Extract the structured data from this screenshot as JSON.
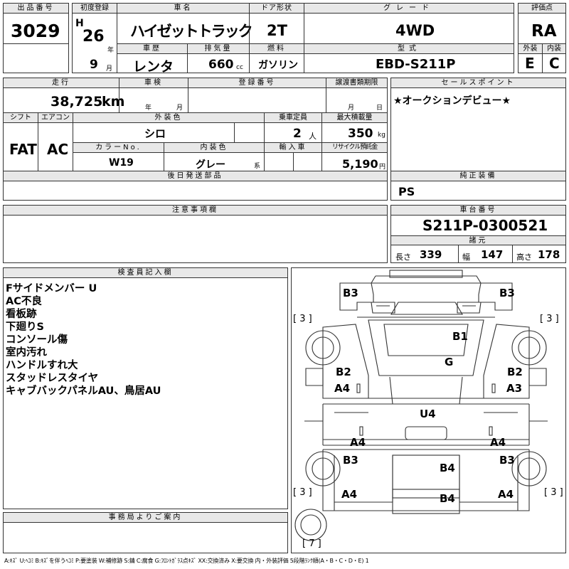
{
  "headers": {
    "lot_no": "出品番号",
    "first_reg": "初度登録",
    "car_name": "車名",
    "door_type": "ドア形状",
    "grade": "グレード",
    "rating": "評価点",
    "history": "車歴",
    "displacement": "排気量",
    "fuel": "燃料",
    "model": "型式",
    "exterior": "外装",
    "interior": "内装",
    "mileage": "走行",
    "inspection": "車検",
    "registration_no": "登録番号",
    "transfer_deadline": "譲渡書類期限",
    "sales_point": "セールスポイント",
    "shift": "シフト",
    "aircon": "エアコン",
    "ext_color": "外装色",
    "capacity": "乗車定員",
    "max_load": "最大積載量",
    "color_no": "カラーNo.",
    "int_color": "内装色",
    "import": "輸入車",
    "recycle": "リサイクル預託金",
    "later_parts": "後日発送部品",
    "genuine_equipment": "純正装備",
    "notes": "注意事項欄",
    "chassis_no": "車台番号",
    "specs": "諸元",
    "inspector_notes": "検査員記入欄",
    "office_info": "事務局よりご案内"
  },
  "vehicle": {
    "lot_no": "3029",
    "era": "H",
    "year": "26",
    "year_unit": "年",
    "month": "9",
    "month_unit": "月",
    "car_name": "ハイゼットトラック",
    "door_type": "2T",
    "grade": "4WD",
    "rating": "RA",
    "history": "レンタ",
    "displacement": "660",
    "displacement_unit": "cc",
    "fuel": "ガソリン",
    "model": "EBD-S211P",
    "exterior_grade": "E",
    "interior_grade": "C",
    "mileage": "38,725",
    "mileage_unit": "km",
    "inspection_year_unit": "年",
    "inspection_month_unit": "月",
    "transfer_month_unit": "月",
    "transfer_day_unit": "日",
    "sales_point": "★オークションデビュー★",
    "shift": "FAT",
    "aircon": "AC",
    "ext_color": "シロ",
    "capacity": "2",
    "capacity_unit": "人",
    "max_load": "350",
    "max_load_unit": "kg",
    "color_no": "W19",
    "int_color": "グレー",
    "int_color_unit": "系",
    "recycle": "5,190",
    "recycle_unit": "円",
    "genuine_equipment": "PS",
    "chassis_no": "S211P-0300521",
    "length_label": "長さ",
    "length": "339",
    "width_label": "幅",
    "width": "147",
    "height_label": "高さ",
    "height": "178"
  },
  "inspector_notes": [
    "Fサイドメンバー U",
    "AC不良",
    "看板跡",
    "下廻りS",
    "コンソール傷",
    "室内汚れ",
    "ハンドルすれ大",
    "スタッドレスタイヤ",
    "キャブバックパネルAU、鳥居AU"
  ],
  "damage_marks": {
    "b3_front_left": "B3",
    "b3_front_right": "B3",
    "tire_fl": "[ 3 ]",
    "tire_fr": "[ 3 ]",
    "b1_roof": "B1",
    "g_glass": "G",
    "b2_left_door": "B2",
    "b2_right_door": "B2",
    "a4_left_door": "A4",
    "a3_right_door": "A3",
    "u4_floor": "U4",
    "a4_left_sill": "A4",
    "a4_right_sill": "A4",
    "b3_left_bed": "B3",
    "b3_right_bed": "B3",
    "b4_bed": "B4",
    "b4_tail": "B4",
    "tire_rl": "[ 3 ]",
    "tire_rr": "[ 3 ]",
    "a4_left_rear": "A4",
    "a4_right_rear": "A4",
    "spare_tire": "[ 7 ]"
  },
  "legend": "A:ｷｽﾞ U:ﾍｺﾐ B:ｷｽﾞを伴うﾍｺﾐ P:要塗装 W:補修跡 S:錆 C:腐食 G:ﾌﾛﾝﾄｶﾞﾗｽ点ｷｽﾞ XX:交換済み X:要交換 内・外装評価 5段階ﾗﾝｸ順(A・B・C・D・E) 1"
}
